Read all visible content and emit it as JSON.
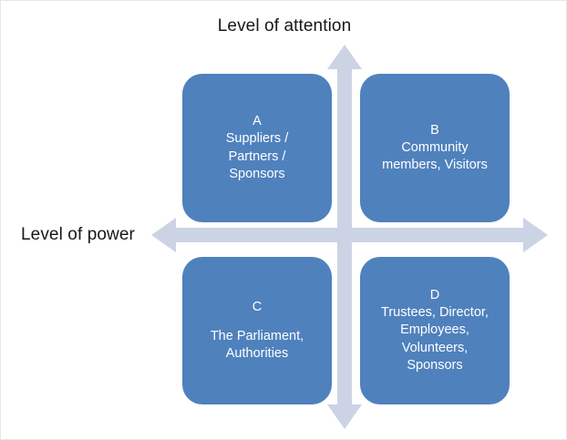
{
  "diagram": {
    "title_top": "Level of attention",
    "title_left": "Level of power",
    "colors": {
      "box_fill": "#4f81bd",
      "box_text": "#ffffff",
      "arrow": "#ccd3e4",
      "label_text": "#171717",
      "background": "#ffffff"
    },
    "axes": {
      "vertical": {
        "name": "Level of attention",
        "arrowheads": "both"
      },
      "horizontal": {
        "name": "Level of power",
        "arrowheads": "both"
      }
    },
    "quadrants": [
      {
        "id": "A",
        "letter": "A",
        "position": "top-left",
        "gap_after_letter": false,
        "lines": [
          "Suppliers  /",
          "Partners /",
          "Sponsors"
        ]
      },
      {
        "id": "B",
        "letter": "B",
        "position": "top-right",
        "gap_after_letter": false,
        "lines": [
          "Community",
          "members, Visitors"
        ]
      },
      {
        "id": "C",
        "letter": "C",
        "position": "bottom-left",
        "gap_after_letter": true,
        "lines": [
          "The Parliament,",
          "Authorities"
        ]
      },
      {
        "id": "D",
        "letter": "D",
        "position": "bottom-right",
        "gap_after_letter": false,
        "lines": [
          "Trustees, Director,",
          "Employees,",
          "Volunteers,",
          "Sponsors"
        ]
      }
    ]
  }
}
